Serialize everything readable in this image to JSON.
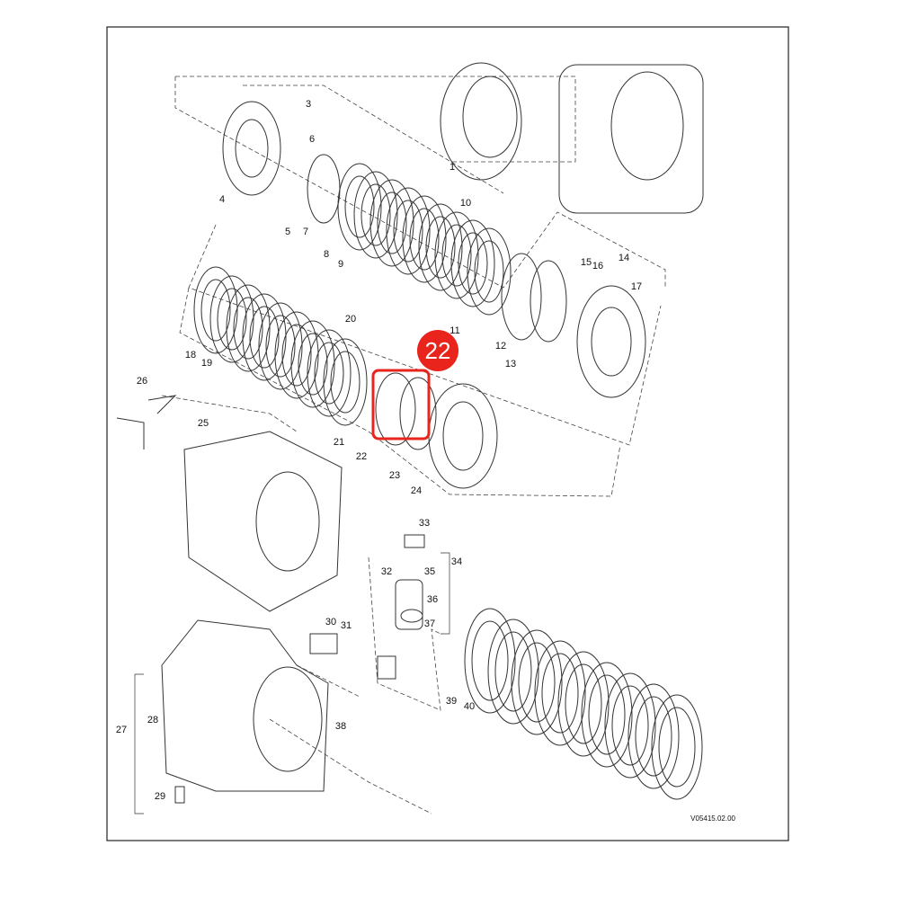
{
  "diagram": {
    "drawing_code": "V05415.02.00",
    "highlight": {
      "label": "22",
      "color": "#e8241c"
    },
    "part_labels": [
      "1",
      "3",
      "4",
      "5",
      "6",
      "7",
      "8",
      "9",
      "10",
      "11",
      "12",
      "13",
      "14",
      "15",
      "16",
      "17",
      "18",
      "19",
      "20",
      "21",
      "22",
      "23",
      "24",
      "25",
      "26",
      "27",
      "28",
      "29",
      "30",
      "31",
      "32",
      "33",
      "34",
      "35",
      "36",
      "37",
      "38",
      "39",
      "40"
    ]
  }
}
